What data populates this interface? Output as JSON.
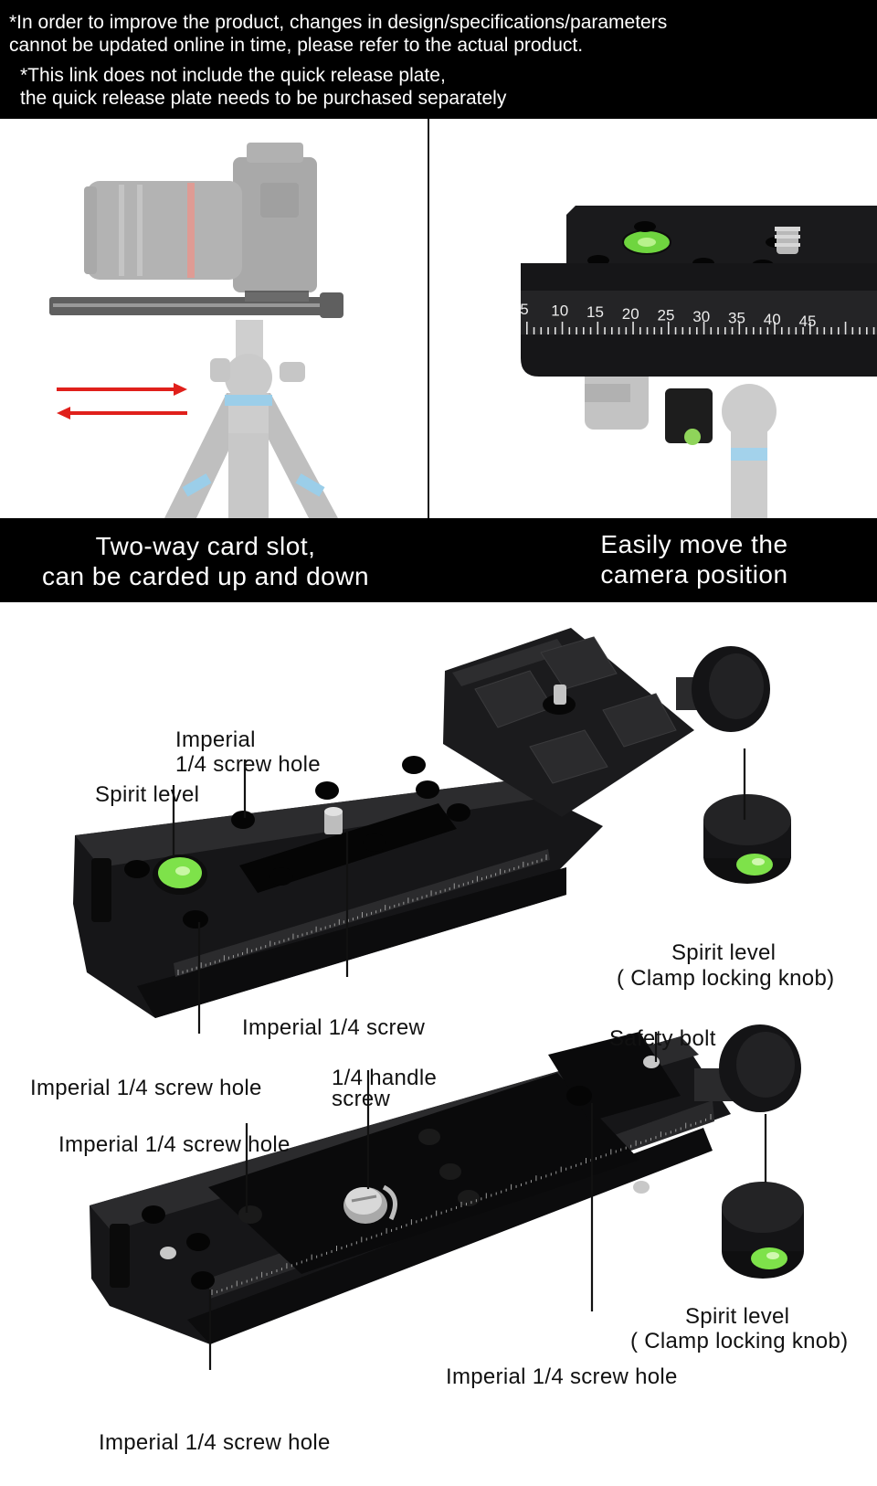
{
  "notice": {
    "line1": "*In order to improve the product, changes in design/specifications/parameters",
    "line2": "cannot be updated online in time, please refer to the actual product.",
    "line3": "*This link does not include the quick release plate,",
    "line4": "the quick release plate needs to be purchased separately"
  },
  "captions": {
    "left_line1": "Two-way card slot,",
    "left_line2": "can be carded up and down",
    "right_line1": "Easily move the",
    "right_line2": "camera position"
  },
  "scale_marks": [
    "5",
    "10",
    "15",
    "20",
    "25",
    "30",
    "35",
    "40",
    "45"
  ],
  "callouts": {
    "imperial_screw_hole_top_1": "Imperial",
    "imperial_screw_hole_top_2": "1/4 screw hole",
    "spirit_level": "Spirit level",
    "knob_level_1_a": "Spirit level",
    "knob_level_1_b": "( Clamp locking knob)",
    "imperial_screw": "Imperial 1/4 screw",
    "safety_bolt": "Safety bolt",
    "imperial_screw_hole_left": "Imperial 1/4 screw hole",
    "handle_screw_1": "1/4 handle",
    "handle_screw_2": "screw",
    "imperial_screw_hole_mid": "Imperial 1/4 screw hole",
    "knob_level_2_a": "Spirit level",
    "knob_level_2_b": "( Clamp locking knob)",
    "imperial_screw_hole_bottom_right": "Imperial 1/4 screw hole",
    "imperial_screw_hole_bottom": "Imperial 1/4 screw hole"
  },
  "colors": {
    "banner": "#000000",
    "aluminium": "#1b1b1d",
    "bubble": "#7ee24a",
    "arrow": "#e0201b"
  }
}
